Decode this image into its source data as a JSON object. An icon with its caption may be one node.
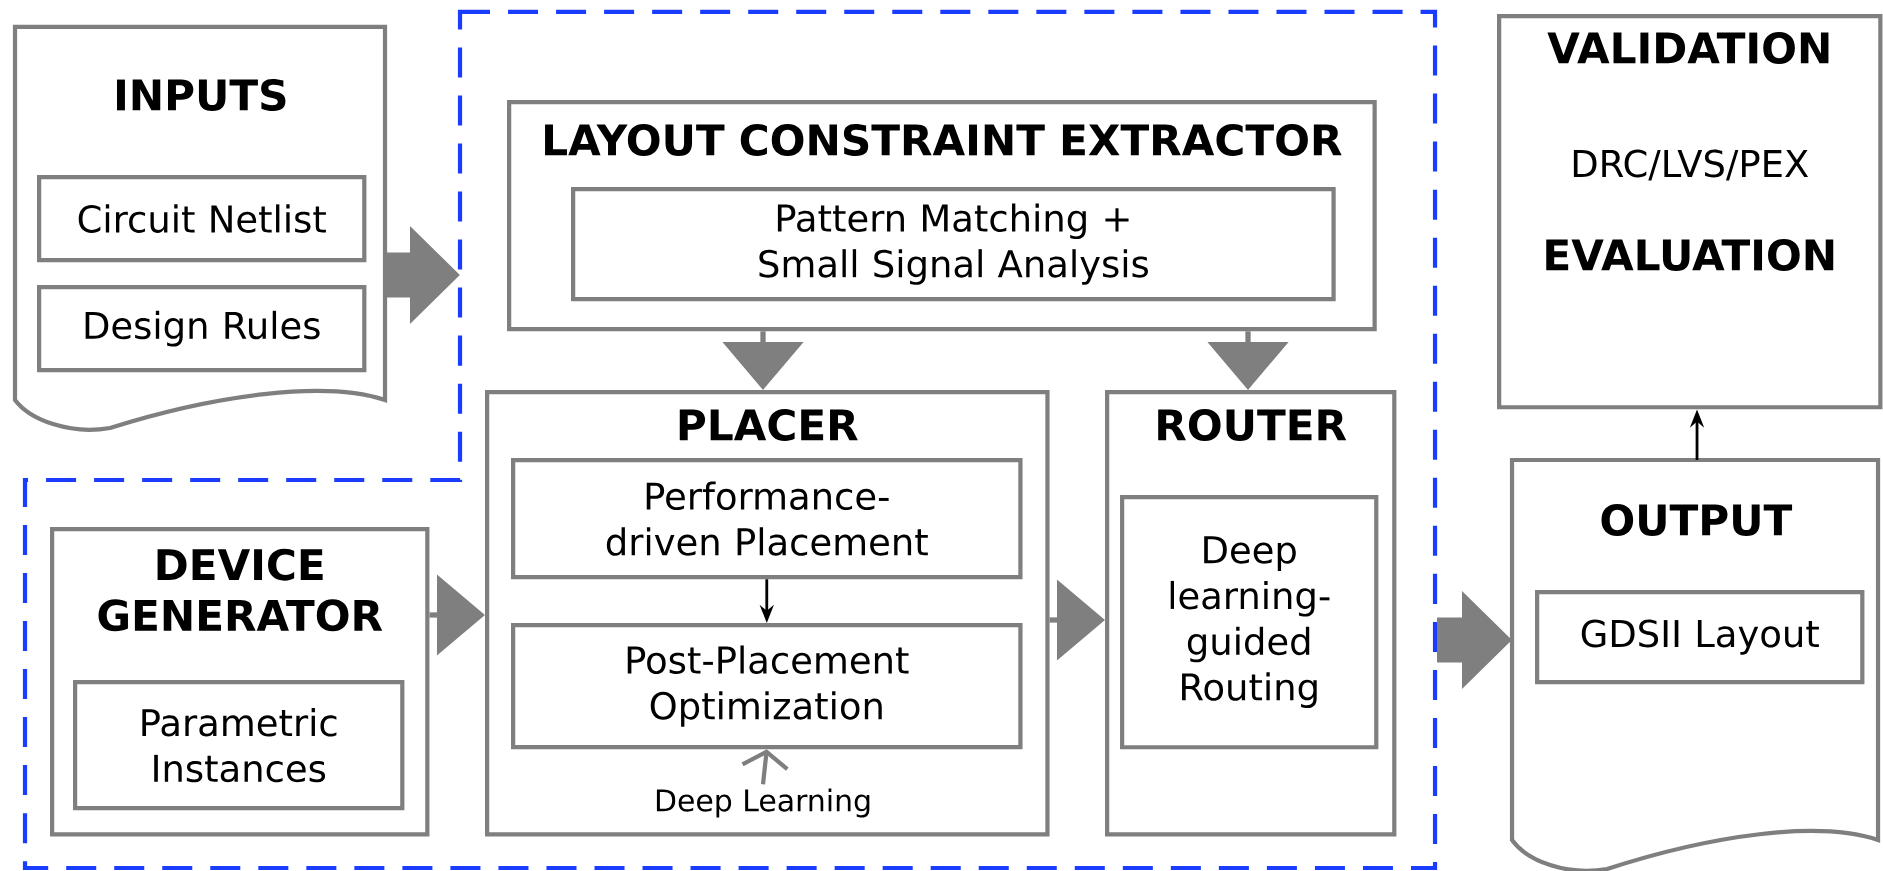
{
  "diagram": {
    "nodes": [
      {
        "text": [],
        "shape": "box"
      },
      {
        "text": [
          "INPUTS"
        ]
      },
      {
        "text": [
          "Circuit Netlist"
        ],
        "in": 1
      },
      {
        "text": [
          "Design Rules"
        ],
        "in": 1
      },
      {
        "text": [
          "LAYOUT CONSTRAINT EXTRACTOR"
        ],
        "in": 0
      },
      {
        "text": [
          "Pattern Matching + Small Signal Analysis"
        ],
        "in": 4
      },
      {
        "text": [
          "PLACER"
        ],
        "in": 0
      },
      {
        "text": [
          "Performance-driven Placement"
        ],
        "in": 6
      },
      {
        "text": [
          "Post-Placement Optimization"
        ],
        "in": 6
      },
      {
        "text": [
          "Deep Learning"
        ],
        "in": 6
      },
      {
        "text": [
          "ROUTER"
        ],
        "in": 0
      },
      {
        "text": [
          "Deep learning-guided Routing"
        ],
        "in": 10
      },
      {
        "text": [
          "DEVICE GENERATOR"
        ],
        "in": 0
      },
      {
        "text": [
          "Parametric Instances"
        ],
        "in": 12
      },
      {
        "text": [
          "VALIDATION",
          "DRC/LVS/PEX",
          "EVALUATION"
        ]
      },
      {
        "text": [
          "OUTPUT"
        ]
      },
      {
        "text": [
          "GDSII Layout"
        ],
        "in": 15
      }
    ],
    "edges": [
      {
        "from": 1,
        "to": 0,
        "arrow": "to",
        "style": "thick"
      },
      {
        "from": 4,
        "to": 6,
        "arrow": "to"
      },
      {
        "from": 4,
        "to": 10,
        "arrow": "to"
      },
      {
        "from": 12,
        "to": 6,
        "arrow": "to"
      },
      {
        "from": 7,
        "to": 8,
        "arrow": "to",
        "color": "#000000"
      },
      {
        "from": 9,
        "to": 8,
        "arrow": "to"
      },
      {
        "from": 6,
        "to": 10,
        "arrow": "to"
      },
      {
        "from": 0,
        "to": 15,
        "arrow": "to",
        "style": "thick"
      },
      {
        "from": 15,
        "to": 14,
        "arrow": "to",
        "color": "#000000"
      }
    ]
  }
}
